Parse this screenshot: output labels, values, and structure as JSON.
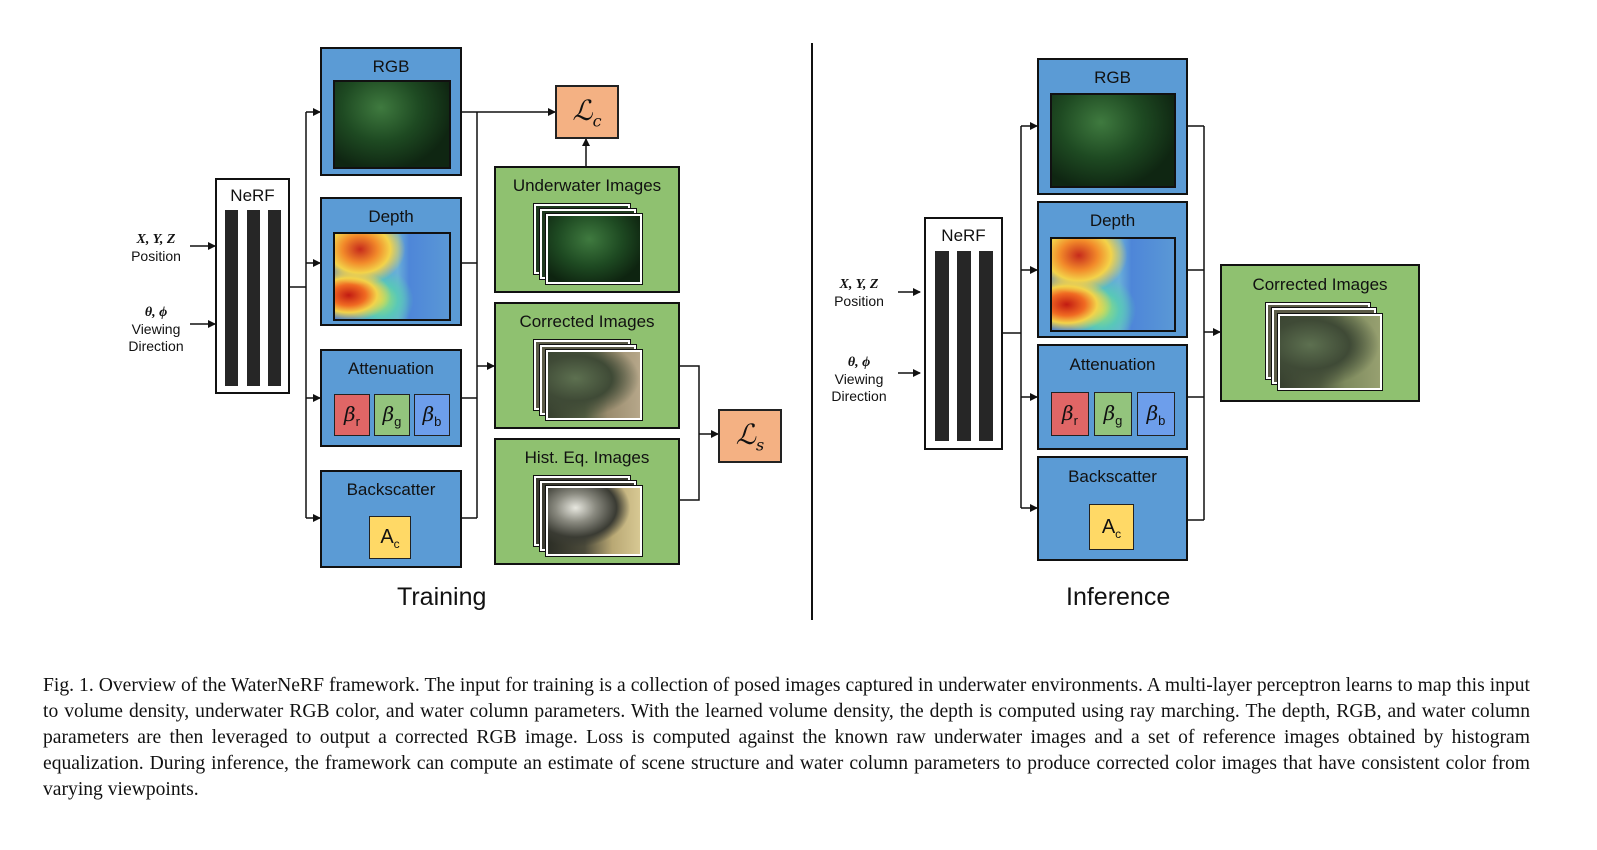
{
  "figure": {
    "training": {
      "label": "Training",
      "inputs": {
        "position_vars": "X, Y, Z",
        "position_label": "Position",
        "direction_vars": "θ, ϕ",
        "direction_label_1": "Viewing",
        "direction_label_2": "Direction"
      },
      "nerf_label": "NeRF",
      "rgb_label": "RGB",
      "depth_label": "Depth",
      "attenuation_label": "Attenuation",
      "beta_symbol": "β",
      "beta_r": "r",
      "beta_g": "g",
      "beta_b": "b",
      "backscatter_label": "Backscatter",
      "ac_symbol": "A",
      "ac_sub": "c",
      "underwater_label": "Underwater Images",
      "corrected_label": "Corrected Images",
      "histeq_label": "Hist. Eq. Images",
      "loss_c_symbol": "ℒ",
      "loss_c_sub": "c",
      "loss_s_symbol": "ℒ",
      "loss_s_sub": "s"
    },
    "inference": {
      "label": "Inference",
      "inputs": {
        "position_vars": "X, Y, Z",
        "position_label": "Position",
        "direction_vars": "θ, ϕ",
        "direction_label_1": "Viewing",
        "direction_label_2": "Direction"
      },
      "nerf_label": "NeRF",
      "rgb_label": "RGB",
      "depth_label": "Depth",
      "attenuation_label": "Attenuation",
      "beta_symbol": "β",
      "beta_r": "r",
      "beta_g": "g",
      "beta_b": "b",
      "backscatter_label": "Backscatter",
      "ac_symbol": "A",
      "ac_sub": "c",
      "corrected_label": "Corrected Images"
    },
    "colors": {
      "blue_box": "#5b9bd5",
      "green_box": "#8fc170",
      "loss_box": "#f4b183",
      "ac_box": "#ffd966",
      "beta_r": "#e06666",
      "beta_g": "#93c47d",
      "beta_b": "#6d9eeb"
    }
  },
  "caption": "Fig. 1.  Overview of the WaterNeRF framework. The input for training is a collection of posed images captured in underwater environments. A multi-layer perceptron learns to map this input to volume density, underwater RGB color, and water column parameters. With the learned volume density, the depth is computed using ray marching. The depth, RGB, and water column parameters are then leveraged to output a corrected RGB image. Loss is computed against the known raw underwater images and a set of reference images obtained by histogram equalization. During inference, the framework can compute an estimate of scene structure and water column parameters to produce corrected color images that have consistent color from varying viewpoints."
}
